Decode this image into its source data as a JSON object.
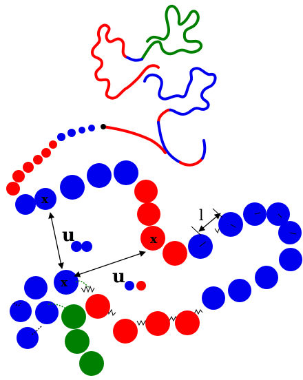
{
  "colors": {
    "red": "#ff0000",
    "blue": "#0000ee",
    "green": "#008000",
    "black": "#000000",
    "spring": "#000000",
    "dotted_green": "#22aa22"
  },
  "labels": {
    "x_bead_1": "x",
    "x_bead_2": "x",
    "x_bead_3": "x",
    "u_left": "u",
    "u_right": "u",
    "bond_length": "l"
  },
  "diagram": {
    "chain_sequence_top": [
      "red",
      "blue",
      "red",
      "blue",
      "red",
      "blue",
      "red",
      "blue",
      "red",
      "blue",
      "green"
    ],
    "icons": [
      "double-arrow-icon",
      "spring-icon",
      "bead-icon"
    ]
  }
}
